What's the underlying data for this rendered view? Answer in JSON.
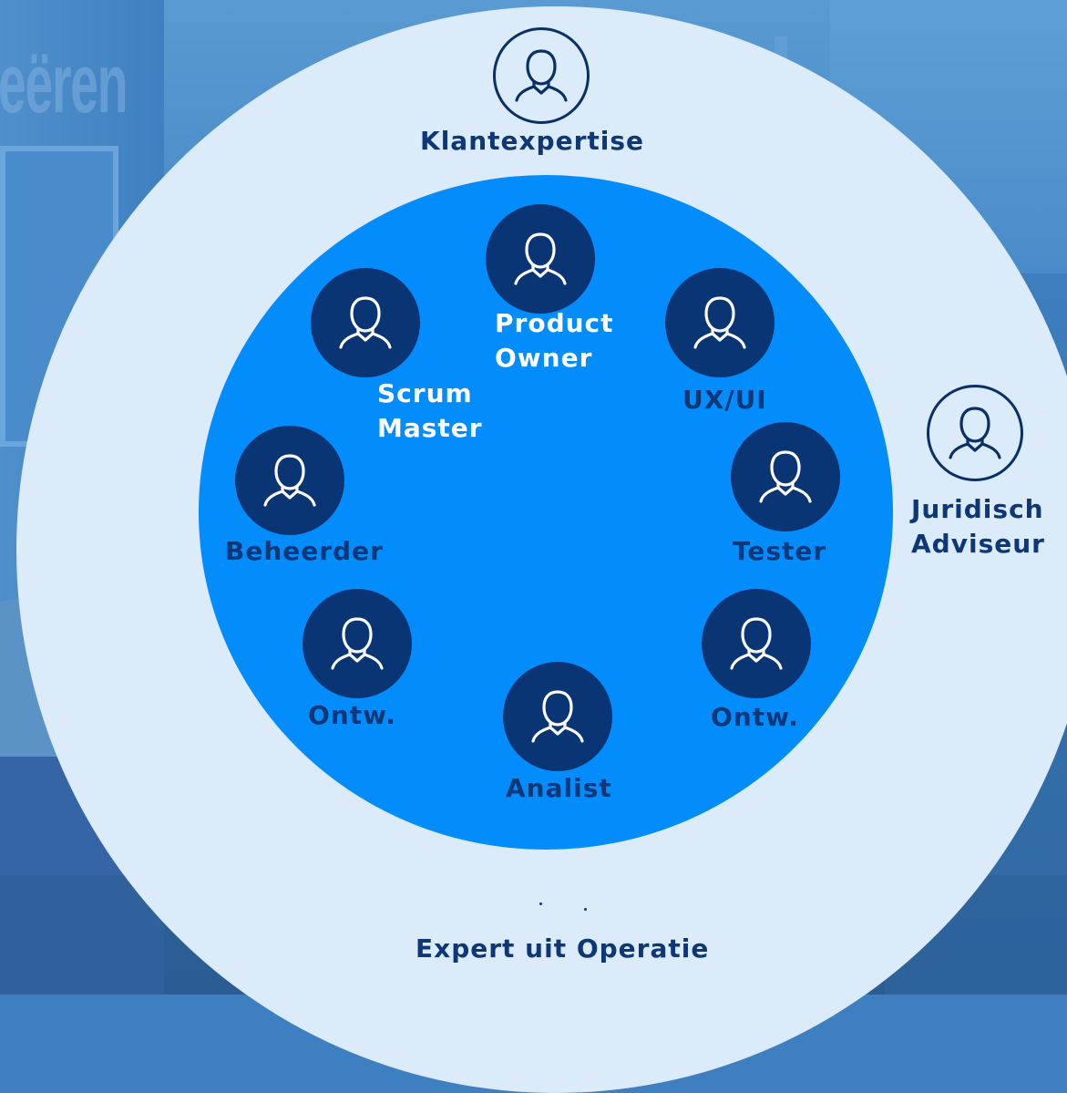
{
  "diagram": {
    "outer_ring": {
      "top_role": "Klantexpertise",
      "right_role": [
        "Juridisch",
        "Adviseur"
      ],
      "bottom_role": "Expert uit Operatie"
    },
    "team": {
      "product_owner": [
        "Product",
        "Owner"
      ],
      "scrum_master": [
        "Scrum",
        "Master"
      ],
      "ux_ui": "UX/UI",
      "tester": "Tester",
      "beheerder": "Beheerder",
      "ontw_left": "Ontw.",
      "ontw_right": "Ontw.",
      "analist": "Analist"
    },
    "background_text": "eëren"
  },
  "colors": {
    "outer_ring": "#dcebfa",
    "inner_circle": "#038cfb",
    "icon_fill": "#0a3575",
    "label_dark": "#0d3777",
    "label_light": "#ffffff"
  },
  "icons": {
    "role": "person-icon"
  }
}
